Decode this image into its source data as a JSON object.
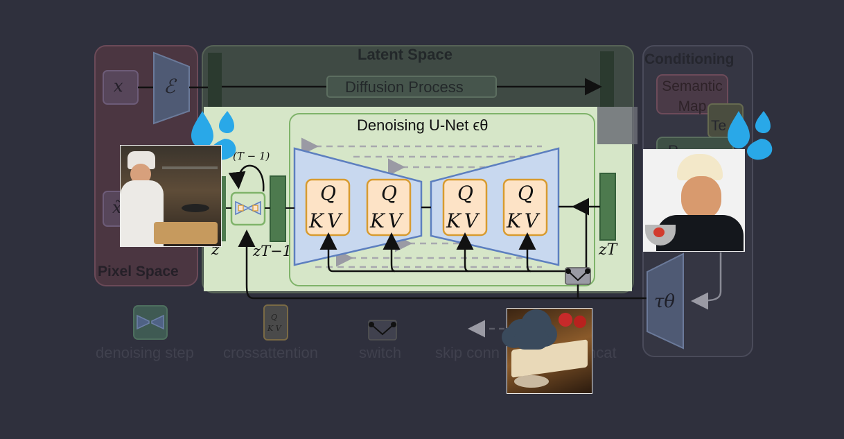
{
  "panels": {
    "latent_space": "Latent Space",
    "pixel_space": "Pixel Space",
    "conditioning": "Conditioning"
  },
  "diffusion_process": "Diffusion Process",
  "unet_title": "Denoising U-Net ϵθ",
  "symbols": {
    "x": "x",
    "encoder": "ℰ",
    "x_tilde": "x̃",
    "z": "z",
    "z_T": "zT",
    "z_T_minus_1": "zT−1",
    "T_minus_1": "(T − 1)",
    "tau": "τθ"
  },
  "attention_blocks": [
    {
      "q": "Q",
      "kv": "K V"
    },
    {
      "q": "Q",
      "kv": "K V"
    },
    {
      "q": "Q",
      "kv": "K V"
    },
    {
      "q": "Q",
      "kv": "K V"
    }
  ],
  "conditioning_items": {
    "semantic_map": "Semantic Map",
    "text": "Te",
    "repr": "R"
  },
  "legend": {
    "denoising_step": "denoising step",
    "crossattention": "crossattention",
    "switch": "switch",
    "skip_connection": "skip conn",
    "concat": "ncat",
    "kv_icon": "K V",
    "q_icon": "Q"
  },
  "colors": {
    "background": "#2f303d",
    "pixel_panel": "#4b3641",
    "latent_panel": "#3f4a44",
    "unet_panel": "#d6e6c8",
    "unet_border": "#7fb36a",
    "unet_block": "#c8d8ef",
    "unet_block_border": "#5d7fbf",
    "attention_fill": "#fde3c6",
    "attention_border": "#d89b2f",
    "green_bar": "#4d7a4e",
    "droplet": "#29a8e8"
  }
}
